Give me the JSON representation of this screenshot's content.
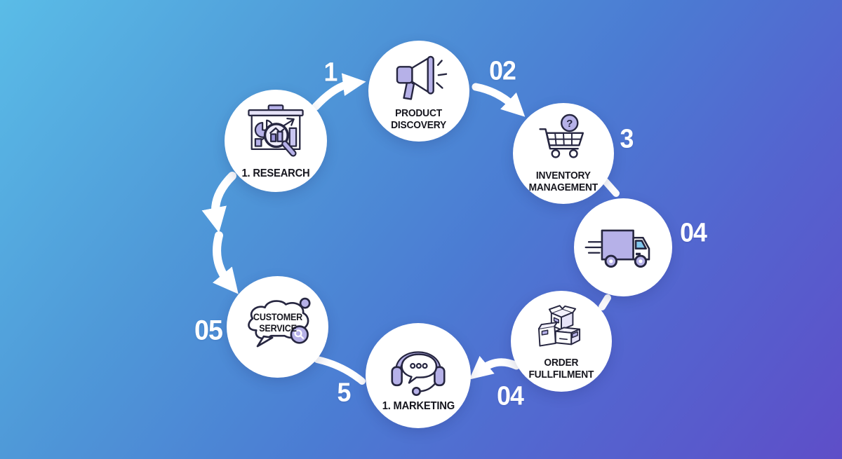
{
  "colors": {
    "background_top": "#5abce7",
    "background_bottom": "#5e4ec8",
    "node_background": "#ffffff",
    "icon_outline": "#262640",
    "icon_lavender": "#b6b1e8",
    "icon_lavender_light": "#e6e3f8",
    "truck_window_blue": "#82c7ee",
    "label_text": "#16161e",
    "number_text": "#ffffff",
    "arrow": "#ffffff"
  },
  "nodes": [
    {
      "id": "research",
      "label": "1. RESEARCH",
      "icon": "research-analytics-magnifier-icon"
    },
    {
      "id": "product-discovery",
      "label": "PRODUCT\nDISCOVERY",
      "icon": "megaphone-icon"
    },
    {
      "id": "inventory-management",
      "label": "INVENTORY\nMANAGEMENT",
      "icon": "shopping-cart-question-icon"
    },
    {
      "id": "delivery",
      "label": "",
      "icon": "delivery-truck-icon"
    },
    {
      "id": "order-fulfillment",
      "label": "ORDER\nFULLFILMENT",
      "icon": "parcel-boxes-icon"
    },
    {
      "id": "marketing",
      "label": "1. MARKETING",
      "icon": "headset-chat-icon"
    },
    {
      "id": "customer-service",
      "label": "",
      "icon": "customer-service-bubble-icon",
      "bubble_text": "CUSTOMER\nSERVICE"
    }
  ],
  "steps": [
    {
      "value": "1"
    },
    {
      "value": "02"
    },
    {
      "value": "3"
    },
    {
      "value": "04"
    },
    {
      "value": "04"
    },
    {
      "value": "5"
    },
    {
      "value": "05"
    }
  ],
  "icons": {
    "cart_question_glyph": "?"
  }
}
